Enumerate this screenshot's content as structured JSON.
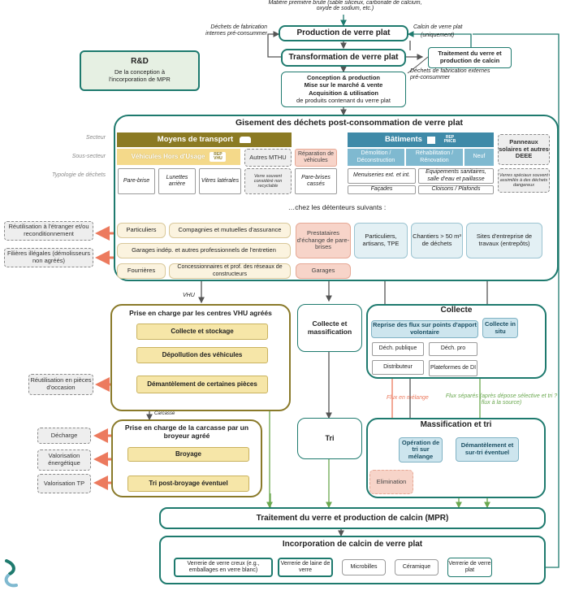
{
  "top": {
    "raw_material": "Matière première brute (sable siliceux, carbonate de calcium, oxyde de sodium, etc.)",
    "production": "Production de verre plat",
    "transformation": "Transformation de verre plat",
    "waste_internal": "Déchets de fabrication internes pré-consummer",
    "calcin_label": "Calcin de verre plat",
    "calcin_only": "(uniquement)",
    "treatment_calcin": "Traitement du verre et production de calcin",
    "waste_external": "Déchets de fabrication externes pré-consummer",
    "design_lines": [
      "Conception & production",
      "Mise sur le marché & vente",
      "Acquisition & utilisation",
      "de produits contenant du verre plat"
    ]
  },
  "rd": {
    "title": "R&D",
    "text": "De la conception à l'incorporation de MPR"
  },
  "gisement": {
    "title": "Gisement des déchets post-consommation de verre plat",
    "row_labels": [
      "Secteur",
      "Sous-secteur",
      "Typologie de déchets"
    ],
    "transport": {
      "header": "Moyens de transport",
      "vhu": "Véhicules Hors d'Usage",
      "vhu_tag": "REP VHU",
      "mthu": "Autres MTHU",
      "repair": "Réparation de véhicules",
      "types": [
        "Pare-brise",
        "Lunettes arrière",
        "Vitres latérales"
      ],
      "mthu_note": "Verre souvent considéré non recyclable",
      "repair_type": "Pare-brises cassés"
    },
    "batiments": {
      "header": "Bâtiments",
      "rep_tag": "REP PMCB",
      "demolition": "Démolition / Déconstruction",
      "rehab": "Réhabilitation / Rénovation",
      "neuf": "Neuf",
      "types": [
        "Menuiseries ext. et int.",
        "Equipements sanitaires, salle d'eau et paillasse",
        "Façades",
        "Cloisons / Plafonds"
      ]
    },
    "panels": {
      "title": "Panneaux solaires et autres DEEE",
      "note": "Verres spéciaux souvent assimilés à des déchets dangereux"
    },
    "detenteurs": "…chez les détenteurs suivants :",
    "holders_transport": [
      "Particuliers",
      "Compagnies et mutuelles d'assurance",
      "Garages indép. et autres professionnels de l'entretien",
      "Fourrières",
      "Concessionnaires et prof. des réseaux de constructeurs"
    ],
    "holders_repair": [
      "Prestataires d'échange de pare-brises",
      "Garages"
    ],
    "holders_bat": [
      "Particuliers, artisans, TPE",
      "Chantiers > 50 m³ de déchets",
      "Sites d'entreprise de travaux (entrepôts)"
    ]
  },
  "left_outcomes": [
    "Réutilisation à l'étranger et/ou reconditionnement",
    "Filières illégales (démolisseurs non agréés)",
    "Réutilisation en pièces d'occasion",
    "Décharge",
    "Valorisation énergétique",
    "Valorisation TP"
  ],
  "vhu_centres": {
    "label": "VHU",
    "title": "Prise en charge par les centres VHU agréés",
    "steps": [
      "Collecte et stockage",
      "Dépollution des véhicules",
      "Démantèlement de certaines pièces"
    ],
    "carcasse": "Carcasse"
  },
  "broyeur": {
    "title": "Prise en charge de la carcasse par un broyeur agréé",
    "steps": [
      "Broyage",
      "Tri post-broyage éventuel"
    ]
  },
  "collecte_mass": "Collecte et massification",
  "tri": "Tri",
  "collecte": {
    "title": "Collecte",
    "reprise": "Reprise des flux sur points d'apport volontaire",
    "insitu": "Collecte in situ",
    "points": [
      "Déch. publique",
      "Déch. pro",
      "Distributeur",
      "Plateformes de DI"
    ]
  },
  "flux": {
    "melange": "Flux en mélange",
    "separes": "Flux séparés (après dépose sélective et tri ? flux à la source)"
  },
  "massification": {
    "title": "Massification et tri",
    "op": "Opération de tri sur mélange",
    "dem": "Démantèlement et sur-tri éventuel",
    "elim": "Elimination"
  },
  "treatment": "Traitement du verre et production de calcin (MPR)",
  "incorporation": {
    "title": "Incorporation de calcin de verre plat",
    "items": [
      "Verrerie de verre creux (e.g., emballages en verre blanc)",
      "Verrerie de laine de verre",
      "Microbilles",
      "Céramique",
      "Verrerie de verre plat"
    ]
  },
  "colors": {
    "teal": "#1e7a6e",
    "olive": "#8a7a2a",
    "transport_header": "#8b7a23",
    "bat_header": "#3f8aa8",
    "red_arrow": "#ec7a5e",
    "green_arrow": "#6aa84f"
  }
}
